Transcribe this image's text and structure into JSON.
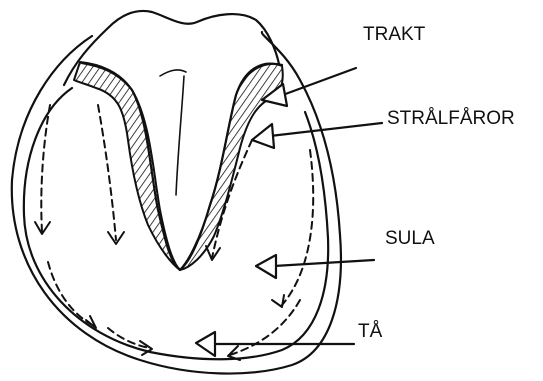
{
  "labels": {
    "frog_cleft": "TRAKT",
    "frog_grooves": "STRÅLFÅROR",
    "sole": "SULA",
    "toe": "TÅ"
  }
}
